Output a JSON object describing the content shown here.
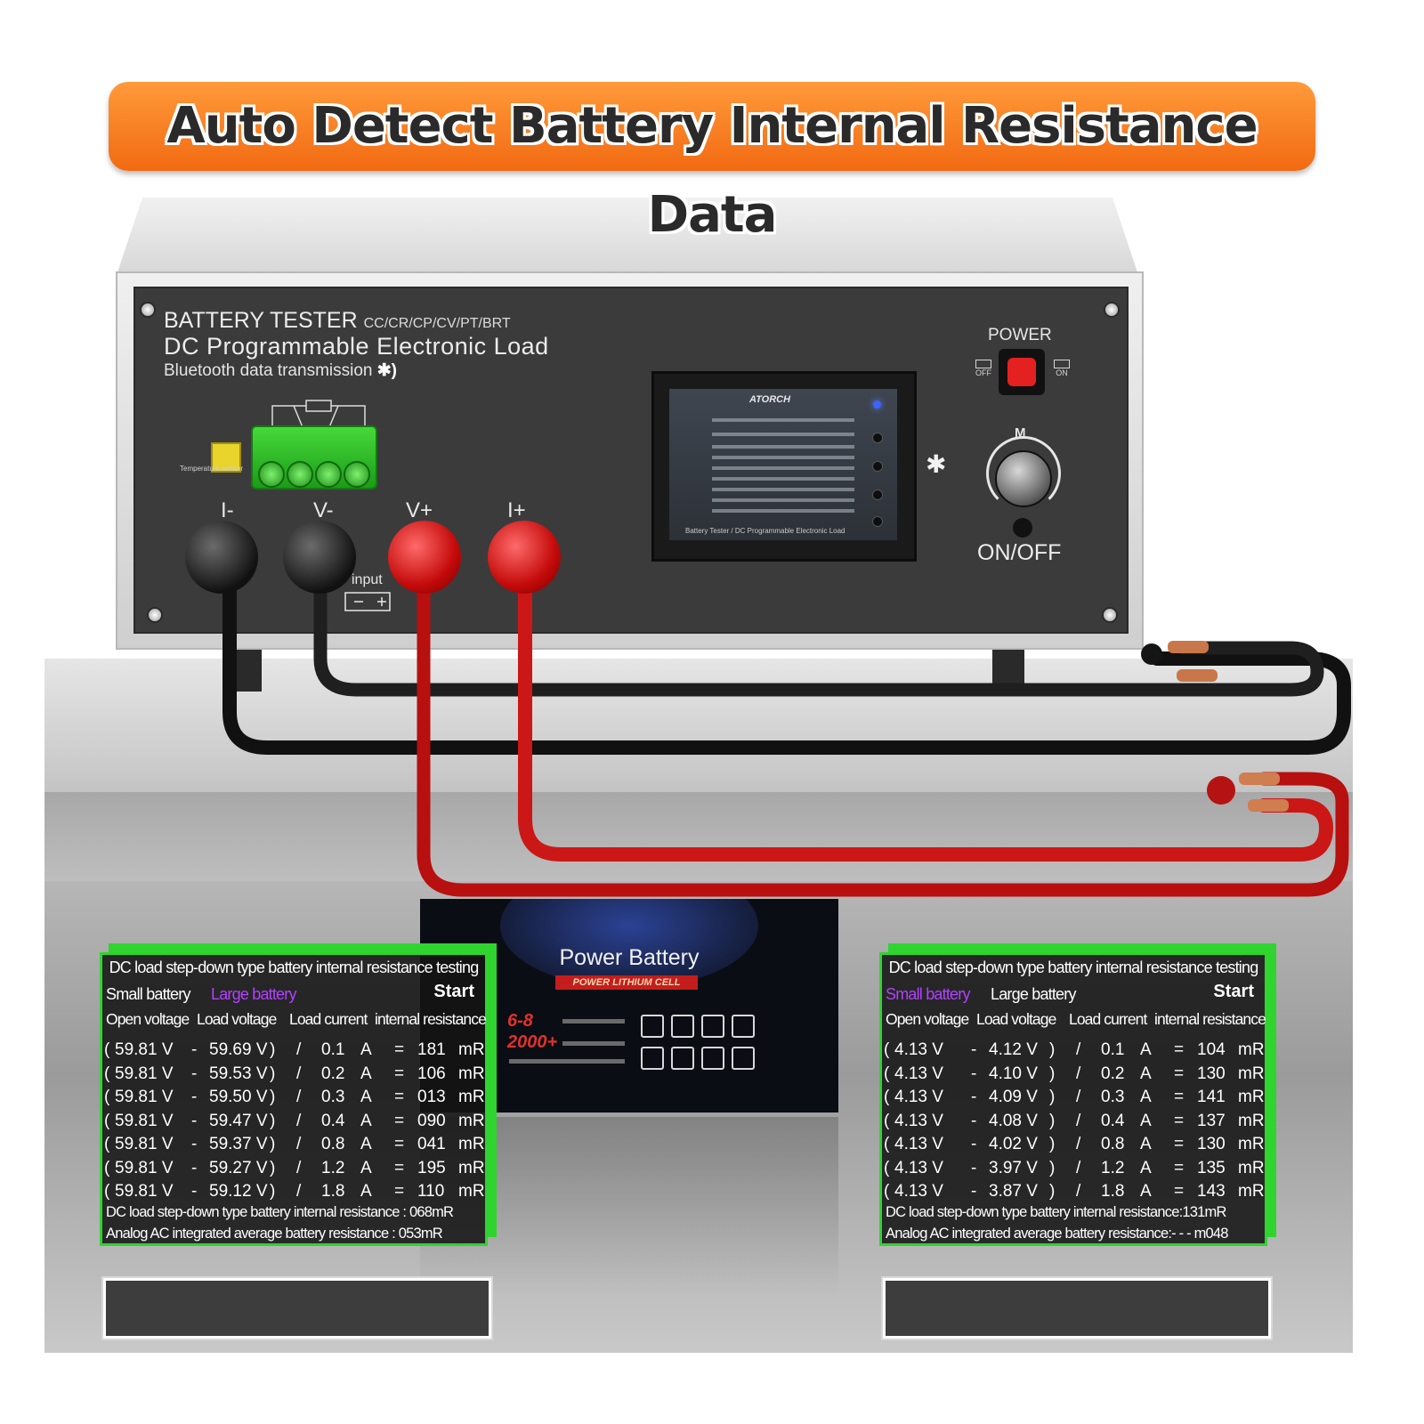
{
  "banner": {
    "title": "Auto Detect Battery Internal Resistance Data"
  },
  "device": {
    "title": "BATTERY TESTER",
    "modes": "CC/CR/CP/CV/PT/BRT",
    "subtitle": "DC Programmable Electronic Load",
    "bluetooth_text": "Bluetooth data transmission",
    "temp_label": "Temperature sensor",
    "terminals": [
      "I-",
      "V-",
      "V+",
      "I+"
    ],
    "input_label": "input",
    "display_brand": "ATORCH",
    "display_footer": "Battery Tester / DC Programmable Electronic Load",
    "power_label": "POWER",
    "off_label": "OFF",
    "on_label": "ON",
    "knob_label": "M",
    "onoff_label": "ON/OFF"
  },
  "battery": {
    "title": "Power Battery",
    "subtitle": "POWER LITHIUM CELL",
    "spec1": "6-8",
    "spec2": "2000+"
  },
  "panels": [
    {
      "title": "DC load step-down type battery internal resistance testing",
      "tab_small": "Small battery",
      "tab_large": "Large battery",
      "active_tab": "large",
      "start": "Start",
      "headers": [
        "Open voltage",
        "Load voltage",
        "Load current",
        "internal resistance"
      ],
      "rows": [
        {
          "open": "59.81 V",
          "load": "59.69 V",
          "current": "0.1",
          "res": "181"
        },
        {
          "open": "59.81 V",
          "load": "59.53 V",
          "current": "0.2",
          "res": "106"
        },
        {
          "open": "59.81 V",
          "load": "59.50 V",
          "current": "0.3",
          "res": "013"
        },
        {
          "open": "59.81 V",
          "load": "59.47 V",
          "current": "0.4",
          "res": "090"
        },
        {
          "open": "59.81 V",
          "load": "59.37 V",
          "current": "0.8",
          "res": "041"
        },
        {
          "open": "59.81 V",
          "load": "59.27 V",
          "current": "1.2",
          "res": "195"
        },
        {
          "open": "59.81 V",
          "load": "59.12 V",
          "current": "1.8",
          "res": "110"
        }
      ],
      "footer1": "DC load step-down type battery internal resistance : 068mR",
      "footer2": "Analog AC integrated average battery resistance : 053mR"
    },
    {
      "title": "DC load step-down type battery internal resistance testing",
      "tab_small": "Small battery",
      "tab_large": "Large battery",
      "active_tab": "small",
      "start": "Start",
      "headers": [
        "Open voltage",
        "Load voltage",
        "Load current",
        "internal resistance"
      ],
      "rows": [
        {
          "open": "4.13  V",
          "load": "4.12 V",
          "current": "0.1",
          "res": "104"
        },
        {
          "open": "4.13  V",
          "load": "4.10 V",
          "current": "0.2",
          "res": "130"
        },
        {
          "open": "4.13  V",
          "load": "4.09 V",
          "current": "0.3",
          "res": "141"
        },
        {
          "open": "4.13  V",
          "load": "4.08 V",
          "current": "0.4",
          "res": "137"
        },
        {
          "open": "4.13  V",
          "load": "4.02 V",
          "current": "0.8",
          "res": "130"
        },
        {
          "open": "4.13  V",
          "load": "3.97 V",
          "current": "1.2",
          "res": "135"
        },
        {
          "open": "4.13  V",
          "load": "3.87 V",
          "current": "1.8",
          "res": "143"
        }
      ],
      "footer1": "DC load step-down type battery internal resistance:131mR",
      "footer2": "Analog AC integrated average battery resistance:- - - m048"
    }
  ],
  "units": {
    "amp": "A",
    "milliohm": "mR",
    "sep_dash": "-",
    "sep_slash": "/",
    "equals": "="
  },
  "colors": {
    "banner": "#f26a12",
    "panel_border": "#2fd42f",
    "active_tab": "#b340ff",
    "red_cable": "#c81414",
    "black_cable": "#1e1e1e"
  },
  "icons": [
    "bluetooth-icon",
    "power-switch-icon",
    "knob-icon"
  ]
}
